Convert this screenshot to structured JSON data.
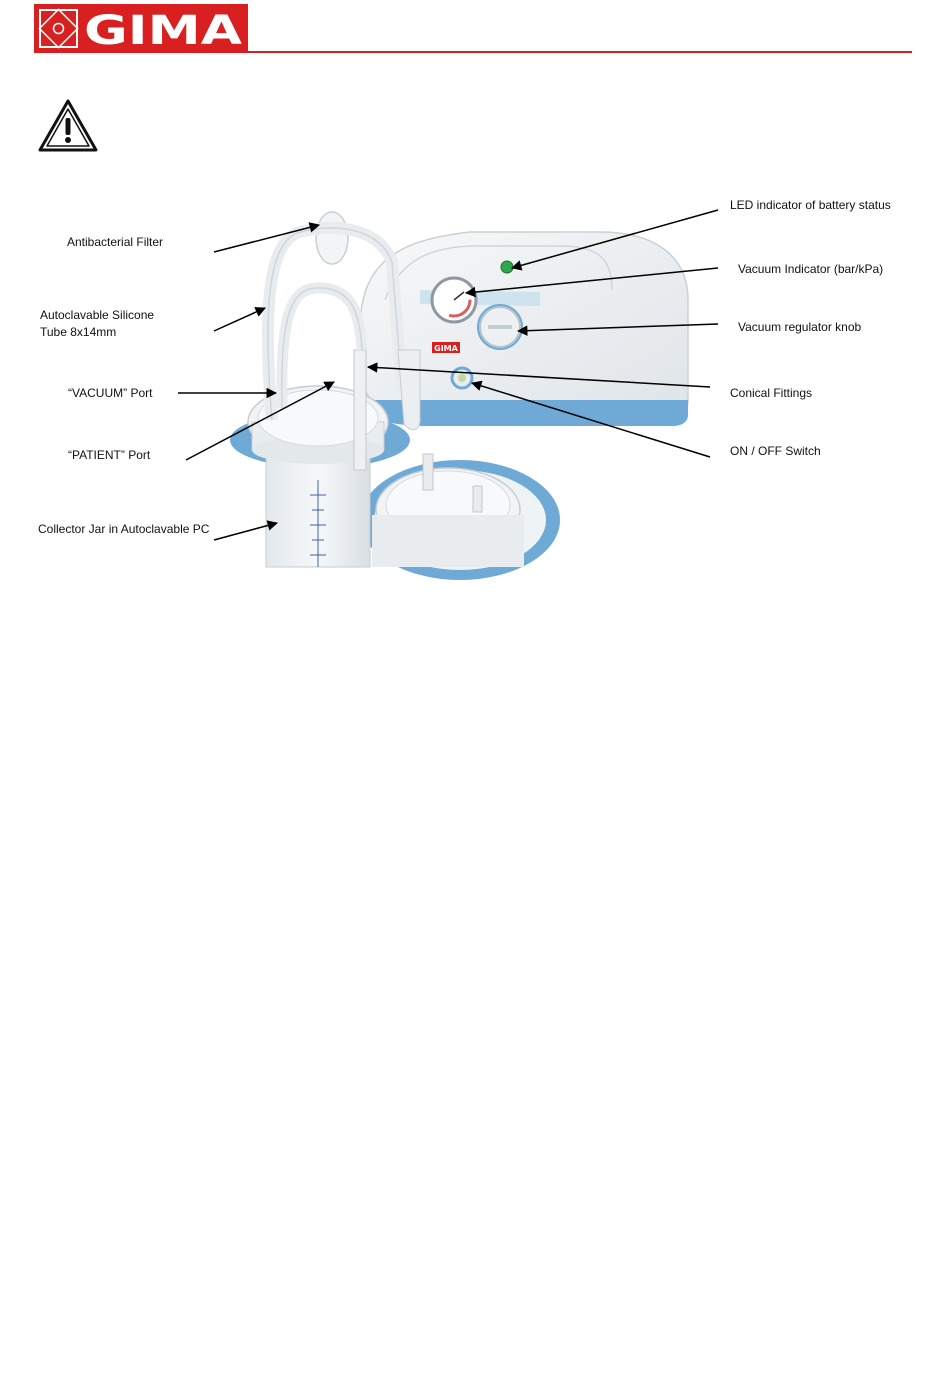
{
  "header": {
    "logo_text": "GIMA",
    "brand_color": "#d7201f"
  },
  "warning": {
    "icon": "warning-triangle-icon"
  },
  "diagram": {
    "labels_left": {
      "filter": "Antibacterial Filter",
      "tube_line1": "Autoclavable Silicone",
      "tube_line2": "Tube 8x14mm",
      "vacuum_port": "“VACUUM” Port",
      "patient_port": "“PATIENT” Port",
      "collector_jar": "Collector Jar in Autoclavable PC"
    },
    "labels_right": {
      "led": "LED indicator of battery status",
      "vacuum_indicator": "Vacuum Indicator (bar/kPa)",
      "regulator_knob": "Vacuum regulator knob",
      "conical_fittings": "Conical Fittings",
      "on_off_switch": "ON / OFF Switch"
    },
    "device_badge": "GIMA",
    "colors": {
      "device_body": "#eef1f3",
      "accent_blue": "#6fa9d6",
      "led_green": "#2ea84a"
    }
  }
}
